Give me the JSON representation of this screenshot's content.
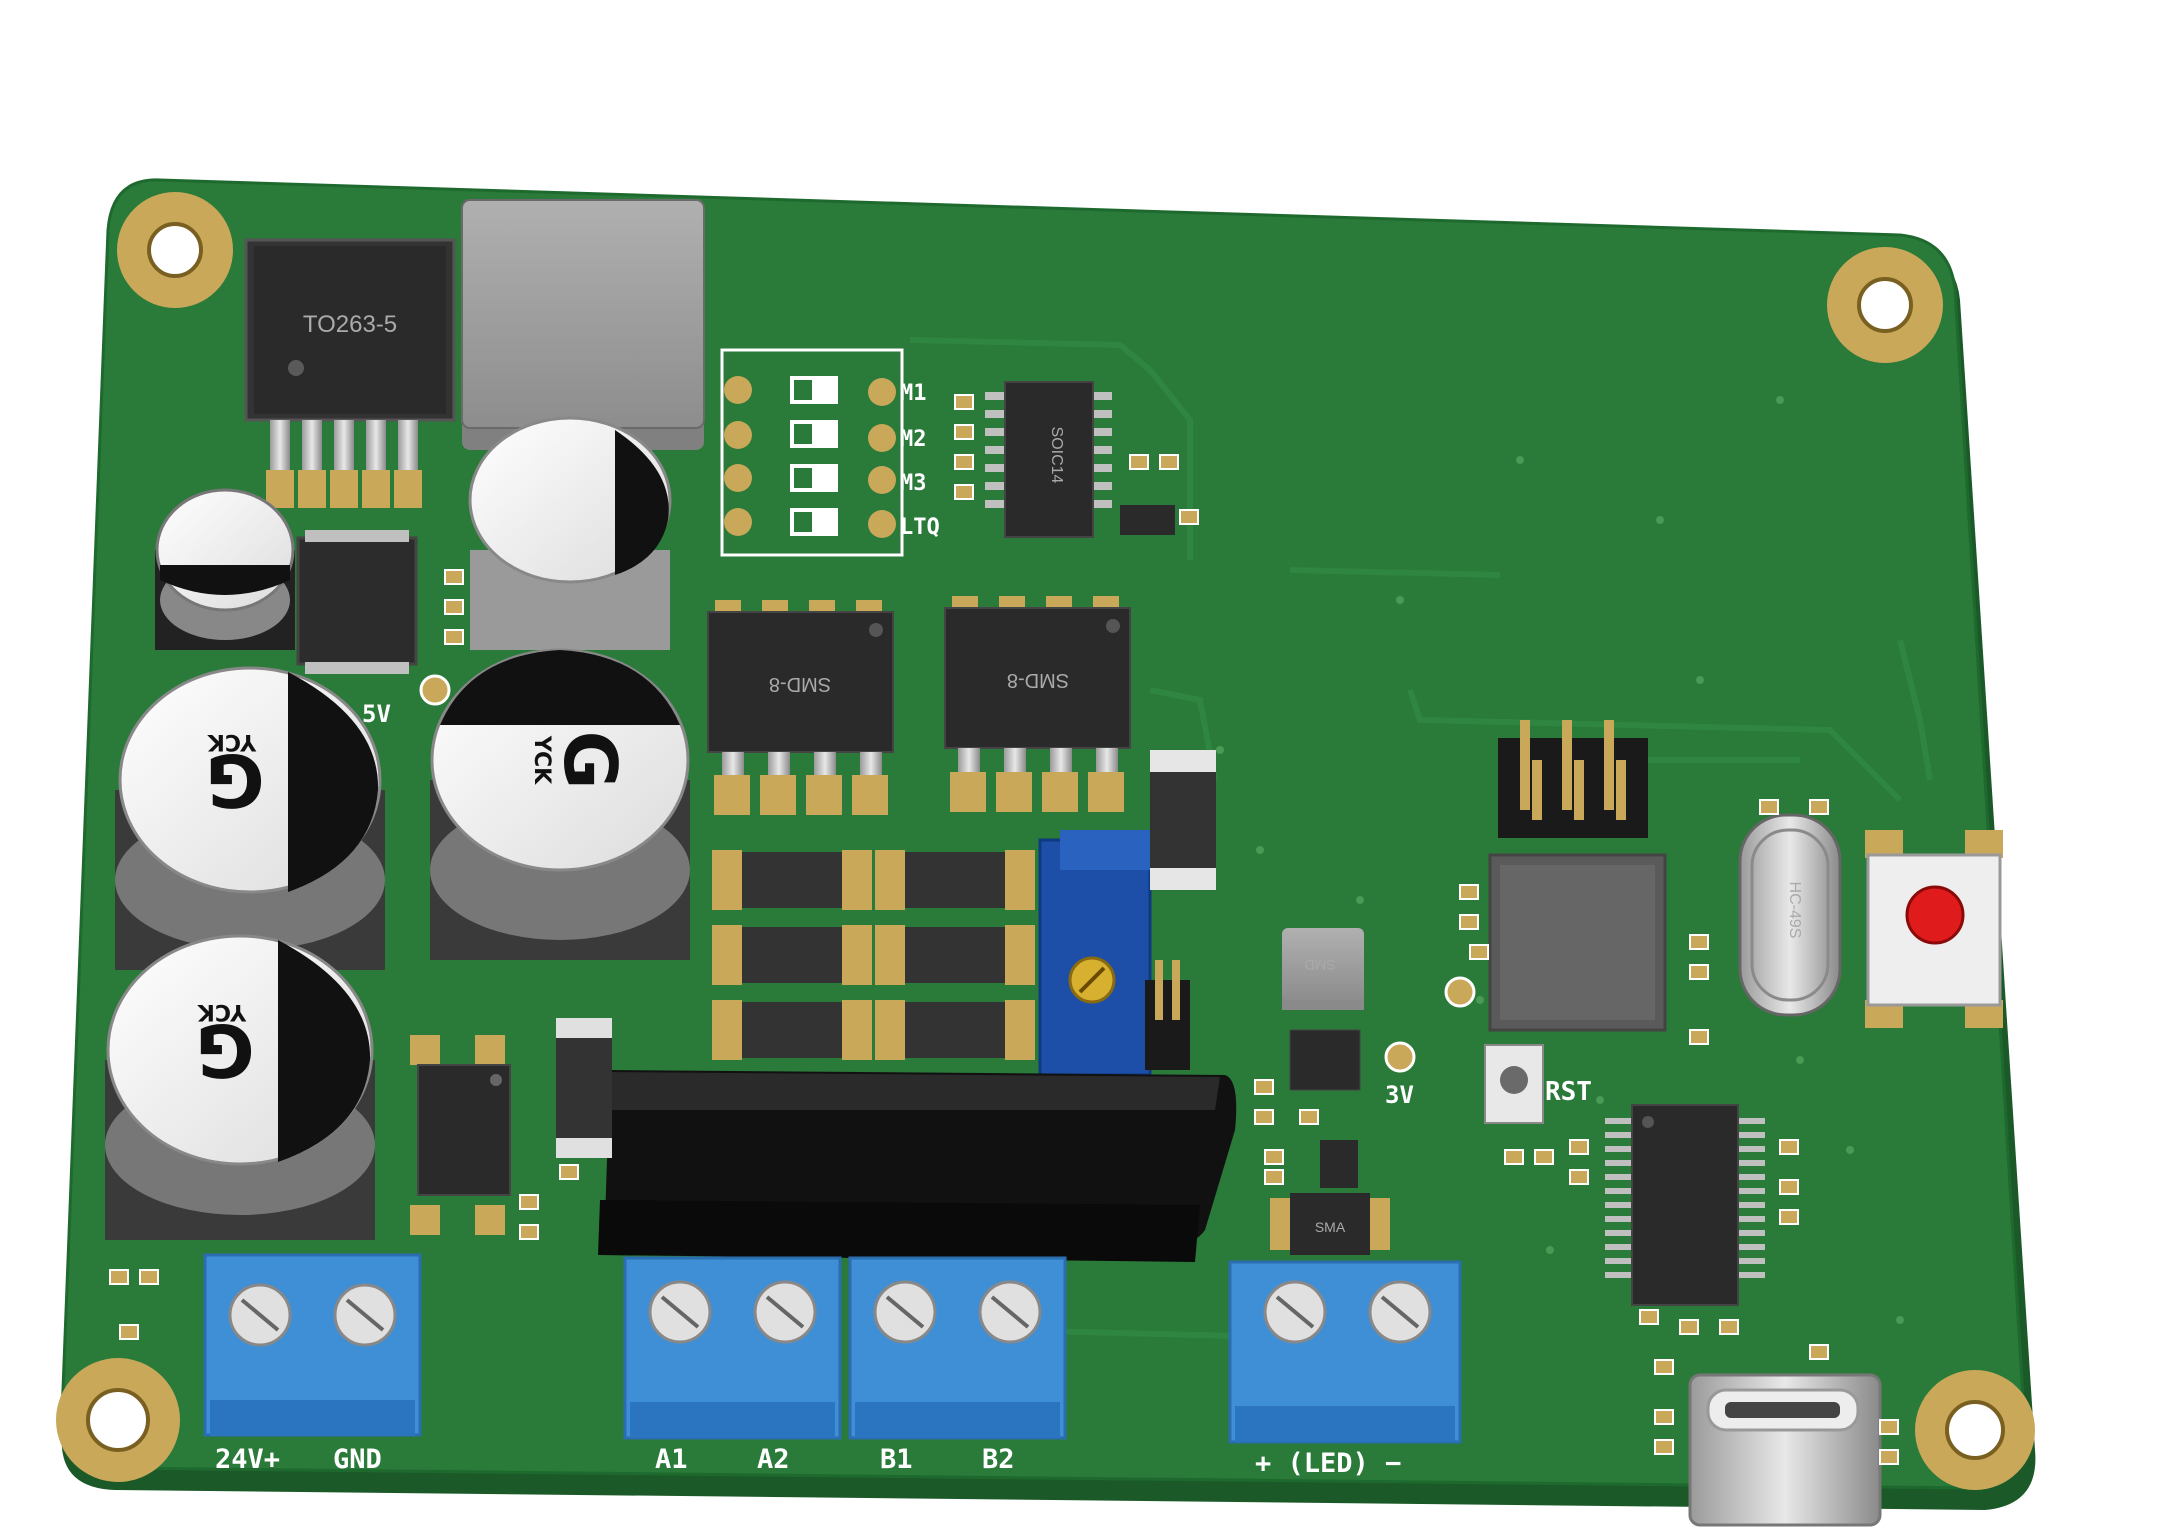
{
  "board": {
    "regulator_label": "TO263-5",
    "dip_labels": [
      "M1",
      "M2",
      "M3",
      "LTQ"
    ],
    "ic_soic_label": "SOIC14",
    "ic_smd8_label_left": "SMD-8",
    "ic_smd8_label_right": "SMD-8",
    "inductor_label": "SMD",
    "diode_label": "SMA",
    "crystal_label": "HC-49S",
    "cap_brand": "YCK",
    "cap_mark": "G",
    "test_5v": "5V",
    "test_3v": "3V",
    "rst_label": "RST",
    "terminals": {
      "power": [
        "24V+",
        "GND"
      ],
      "motor_a": [
        "A1",
        "A2"
      ],
      "motor_b": [
        "B1",
        "B2"
      ],
      "led": "+ (LED) −"
    }
  },
  "colors": {
    "pcb": "#2a7a3a",
    "copper": "#c9a85a",
    "terminal": "#3f8fd6",
    "button": "#e01b1b"
  },
  "icons": [
    "mount-hole-icon",
    "reset-button-icon",
    "potentiometer-icon",
    "usb-c-icon"
  ]
}
